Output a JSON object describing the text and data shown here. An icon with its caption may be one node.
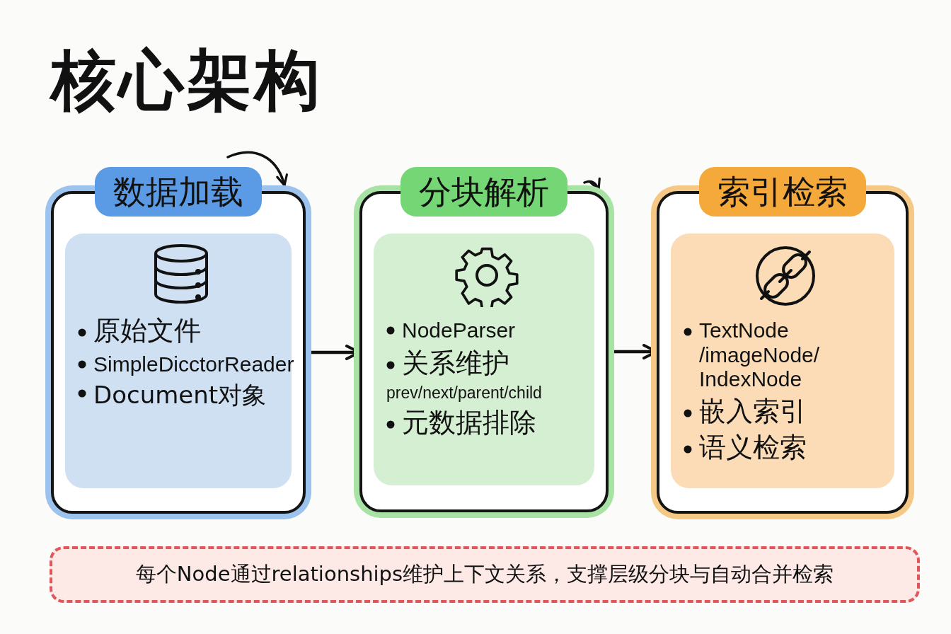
{
  "diagram": {
    "title": "核心架构",
    "nodes": [
      {
        "text": [
          "数据加载"
        ]
      },
      {
        "text": [
          "原始文件",
          "SimpleDicctorReader",
          "Document对象"
        ],
        "in": 0
      },
      {
        "text": [
          "分块解析"
        ]
      },
      {
        "text": [
          "NodeParser",
          "关系维护",
          "prev/next/parent/child",
          "元数据排除"
        ],
        "in": 2
      },
      {
        "text": [
          "索引检索"
        ]
      },
      {
        "text": [
          "TextNode /imageNode/ IndexNode",
          "嵌入索引",
          "语义检索"
        ],
        "in": 4
      },
      {
        "text": [
          "每个Node通过relationships维护上下文关系，支撑层级分块与自动合并检索"
        ]
      }
    ],
    "edges": [
      {
        "from": 0,
        "to": 2,
        "arrow": "to"
      },
      {
        "from": 2,
        "to": 4,
        "arrow": "to"
      }
    ]
  }
}
